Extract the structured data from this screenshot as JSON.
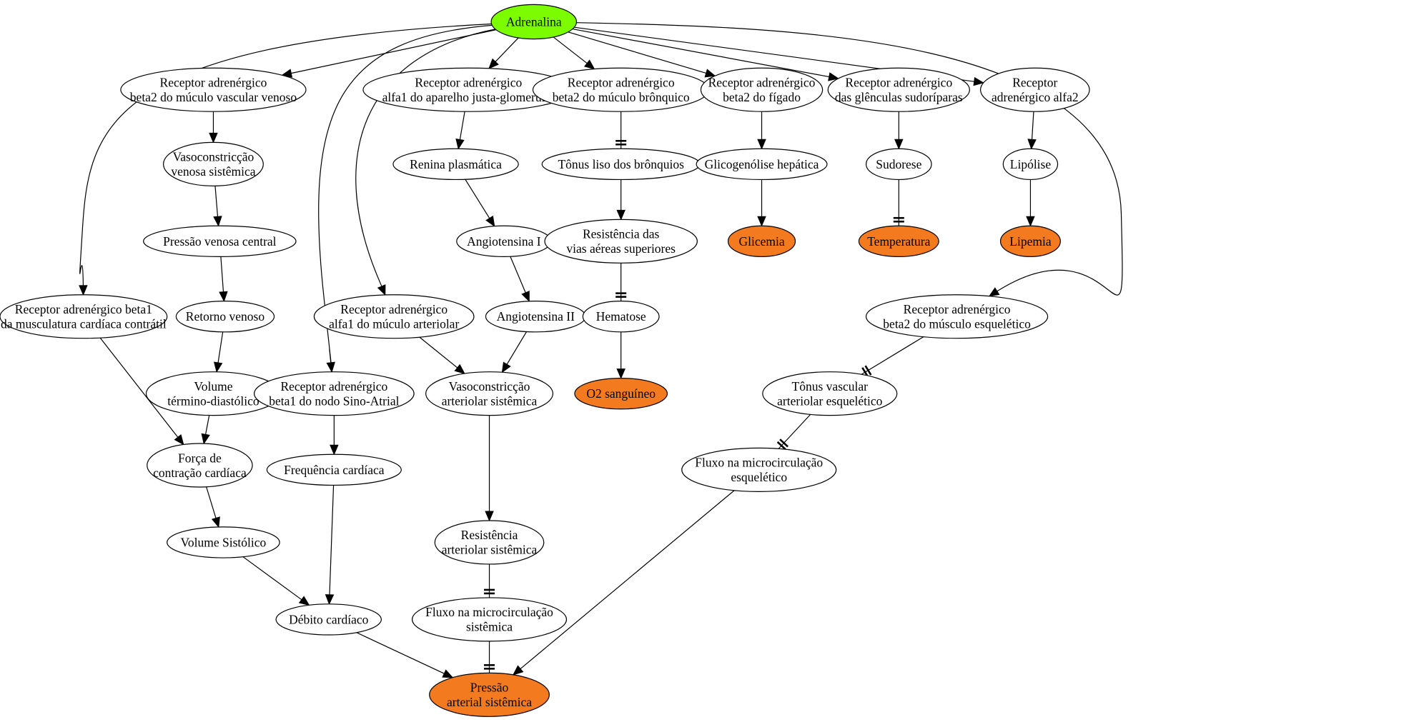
{
  "colors": {
    "root": "#7cfc00",
    "outcome": "#f47a20",
    "default": "#ffffff",
    "stroke": "#000000"
  },
  "nodes": [
    {
      "id": "adrenalina",
      "lines": [
        "Adrenalina"
      ],
      "kind": "root"
    },
    {
      "id": "rec-beta2-venoso",
      "lines": [
        "Receptor adrenérgico",
        "beta2 do múculo vascular venoso"
      ],
      "kind": "default"
    },
    {
      "id": "rec-alfa1-jg",
      "lines": [
        "Receptor adrenérgico",
        "alfa1 do aparelho justa-glomerular"
      ],
      "kind": "default"
    },
    {
      "id": "rec-beta2-bronquico",
      "lines": [
        "Receptor adrenérgico",
        "beta2 do múculo brônquico"
      ],
      "kind": "default"
    },
    {
      "id": "rec-beta2-figado",
      "lines": [
        "Receptor adrenérgico",
        "beta2 do fígado"
      ],
      "kind": "default"
    },
    {
      "id": "rec-sudoriparas",
      "lines": [
        "Receptor adrenérgico",
        "das glênculas sudoríparas"
      ],
      "kind": "default"
    },
    {
      "id": "rec-alfa2",
      "lines": [
        "Receptor",
        "adrenérgico alfa2"
      ],
      "kind": "default"
    },
    {
      "id": "vasoconstriccao-venosa",
      "lines": [
        "Vasoconstricção",
        "venosa sistêmica"
      ],
      "kind": "default"
    },
    {
      "id": "renina",
      "lines": [
        "Renina plasmática"
      ],
      "kind": "default"
    },
    {
      "id": "tonus-bronquios",
      "lines": [
        "Tônus liso dos brônquios"
      ],
      "kind": "default"
    },
    {
      "id": "glicogenolise",
      "lines": [
        "Glicogenólise hepática"
      ],
      "kind": "default"
    },
    {
      "id": "sudorese",
      "lines": [
        "Sudorese"
      ],
      "kind": "default"
    },
    {
      "id": "lipolise",
      "lines": [
        "Lipólise"
      ],
      "kind": "default"
    },
    {
      "id": "pressao-venosa",
      "lines": [
        "Pressão venosa central"
      ],
      "kind": "default"
    },
    {
      "id": "angiotensina-1",
      "lines": [
        "Angiotensina I"
      ],
      "kind": "default"
    },
    {
      "id": "resistencia-vias",
      "lines": [
        "Resistência das",
        "vias aéreas superiores"
      ],
      "kind": "default"
    },
    {
      "id": "glicemia",
      "lines": [
        "Glicemia"
      ],
      "kind": "outcome"
    },
    {
      "id": "temperatura",
      "lines": [
        "Temperatura"
      ],
      "kind": "outcome"
    },
    {
      "id": "lipemia",
      "lines": [
        "Lipemia"
      ],
      "kind": "outcome"
    },
    {
      "id": "rec-beta1-contratil",
      "lines": [
        "Receptor adrenérgico beta1",
        "da musculatura cardíaca contrátil"
      ],
      "kind": "default"
    },
    {
      "id": "retorno-venoso",
      "lines": [
        "Retorno venoso"
      ],
      "kind": "default"
    },
    {
      "id": "rec-alfa1-arteriolar",
      "lines": [
        "Receptor adrenérgico",
        "alfa1 do múculo arteriolar"
      ],
      "kind": "default"
    },
    {
      "id": "angiotensina-2",
      "lines": [
        "Angiotensina II"
      ],
      "kind": "default"
    },
    {
      "id": "hematose",
      "lines": [
        "Hematose"
      ],
      "kind": "default"
    },
    {
      "id": "rec-beta2-esqueletico",
      "lines": [
        "Receptor adrenérgico",
        "beta2 do músculo esquelético"
      ],
      "kind": "default"
    },
    {
      "id": "volume-termino",
      "lines": [
        "Volume",
        "término-diastólico"
      ],
      "kind": "default"
    },
    {
      "id": "rec-beta1-sa",
      "lines": [
        "Receptor adrenérgico",
        "beta1 do nodo Sino-Atrial"
      ],
      "kind": "default"
    },
    {
      "id": "vasoconstriccao-arteriolar",
      "lines": [
        "Vasoconstricção",
        "arteriolar sistêmica"
      ],
      "kind": "default"
    },
    {
      "id": "o2",
      "lines": [
        "O2 sanguíneo"
      ],
      "kind": "outcome"
    },
    {
      "id": "tonus-vascular-esq",
      "lines": [
        "Tônus vascular",
        "arteriolar esquelético"
      ],
      "kind": "default"
    },
    {
      "id": "forca-contracao",
      "lines": [
        "Força de",
        "contração cardíaca"
      ],
      "kind": "default"
    },
    {
      "id": "frequencia",
      "lines": [
        "Frequência cardíaca"
      ],
      "kind": "default"
    },
    {
      "id": "fluxo-esq",
      "lines": [
        "Fluxo na microcirculação",
        "esquelético"
      ],
      "kind": "default"
    },
    {
      "id": "volume-sistolico",
      "lines": [
        "Volume Sistólico"
      ],
      "kind": "default"
    },
    {
      "id": "resistencia-arteriolar",
      "lines": [
        "Resistência",
        "arteriolar sistêmica"
      ],
      "kind": "default"
    },
    {
      "id": "debito",
      "lines": [
        "Débito cardíaco"
      ],
      "kind": "default"
    },
    {
      "id": "fluxo-sistemica",
      "lines": [
        "Fluxo na microcirculação",
        "sistêmica"
      ],
      "kind": "default"
    },
    {
      "id": "pressao-arterial",
      "lines": [
        "Pressão",
        "arterial sistêmica"
      ],
      "kind": "outcome"
    }
  ],
  "edges": [
    {
      "from": "adrenalina",
      "to": "rec-beta2-venoso",
      "type": "arrow"
    },
    {
      "from": "adrenalina",
      "to": "rec-alfa1-jg",
      "type": "arrow"
    },
    {
      "from": "adrenalina",
      "to": "rec-beta2-bronquico",
      "type": "arrow"
    },
    {
      "from": "adrenalina",
      "to": "rec-beta2-figado",
      "type": "arrow"
    },
    {
      "from": "adrenalina",
      "to": "rec-sudoriparas",
      "type": "arrow"
    },
    {
      "from": "adrenalina",
      "to": "rec-alfa2",
      "type": "arrow"
    },
    {
      "from": "adrenalina",
      "to": "rec-beta1-contratil",
      "type": "arrow"
    },
    {
      "from": "adrenalina",
      "to": "rec-beta1-sa",
      "type": "arrow"
    },
    {
      "from": "adrenalina",
      "to": "rec-alfa1-arteriolar",
      "type": "arrow"
    },
    {
      "from": "adrenalina",
      "to": "rec-beta2-esqueletico",
      "type": "arrow"
    },
    {
      "from": "rec-beta2-venoso",
      "to": "vasoconstriccao-venosa",
      "type": "arrow"
    },
    {
      "from": "vasoconstriccao-venosa",
      "to": "pressao-venosa",
      "type": "arrow"
    },
    {
      "from": "pressao-venosa",
      "to": "retorno-venoso",
      "type": "arrow"
    },
    {
      "from": "retorno-venoso",
      "to": "volume-termino",
      "type": "arrow"
    },
    {
      "from": "volume-termino",
      "to": "forca-contracao",
      "type": "arrow"
    },
    {
      "from": "rec-beta1-contratil",
      "to": "forca-contracao",
      "type": "arrow"
    },
    {
      "from": "forca-contracao",
      "to": "volume-sistolico",
      "type": "arrow"
    },
    {
      "from": "volume-sistolico",
      "to": "debito",
      "type": "arrow"
    },
    {
      "from": "rec-beta1-sa",
      "to": "frequencia",
      "type": "arrow"
    },
    {
      "from": "frequencia",
      "to": "debito",
      "type": "arrow"
    },
    {
      "from": "debito",
      "to": "pressao-arterial",
      "type": "arrow"
    },
    {
      "from": "rec-alfa1-jg",
      "to": "renina",
      "type": "arrow"
    },
    {
      "from": "renina",
      "to": "angiotensina-1",
      "type": "arrow"
    },
    {
      "from": "angiotensina-1",
      "to": "angiotensina-2",
      "type": "arrow"
    },
    {
      "from": "angiotensina-2",
      "to": "vasoconstriccao-arteriolar",
      "type": "arrow"
    },
    {
      "from": "rec-alfa1-arteriolar",
      "to": "vasoconstriccao-arteriolar",
      "type": "arrow"
    },
    {
      "from": "vasoconstriccao-arteriolar",
      "to": "resistencia-arteriolar",
      "type": "arrow"
    },
    {
      "from": "resistencia-arteriolar",
      "to": "fluxo-sistemica",
      "type": "tee"
    },
    {
      "from": "fluxo-sistemica",
      "to": "pressao-arterial",
      "type": "tee"
    },
    {
      "from": "rec-beta2-bronquico",
      "to": "tonus-bronquios",
      "type": "tee"
    },
    {
      "from": "tonus-bronquios",
      "to": "resistencia-vias",
      "type": "arrow"
    },
    {
      "from": "resistencia-vias",
      "to": "hematose",
      "type": "tee"
    },
    {
      "from": "hematose",
      "to": "o2",
      "type": "arrow"
    },
    {
      "from": "rec-beta2-figado",
      "to": "glicogenolise",
      "type": "arrow"
    },
    {
      "from": "glicogenolise",
      "to": "glicemia",
      "type": "arrow"
    },
    {
      "from": "rec-sudoriparas",
      "to": "sudorese",
      "type": "arrow"
    },
    {
      "from": "sudorese",
      "to": "temperatura",
      "type": "tee"
    },
    {
      "from": "rec-alfa2",
      "to": "lipolise",
      "type": "arrow"
    },
    {
      "from": "lipolise",
      "to": "lipemia",
      "type": "arrow"
    },
    {
      "from": "rec-beta2-esqueletico",
      "to": "tonus-vascular-esq",
      "type": "tee"
    },
    {
      "from": "tonus-vascular-esq",
      "to": "fluxo-esq",
      "type": "tee"
    },
    {
      "from": "fluxo-esq",
      "to": "pressao-arterial",
      "type": "arrow"
    }
  ]
}
